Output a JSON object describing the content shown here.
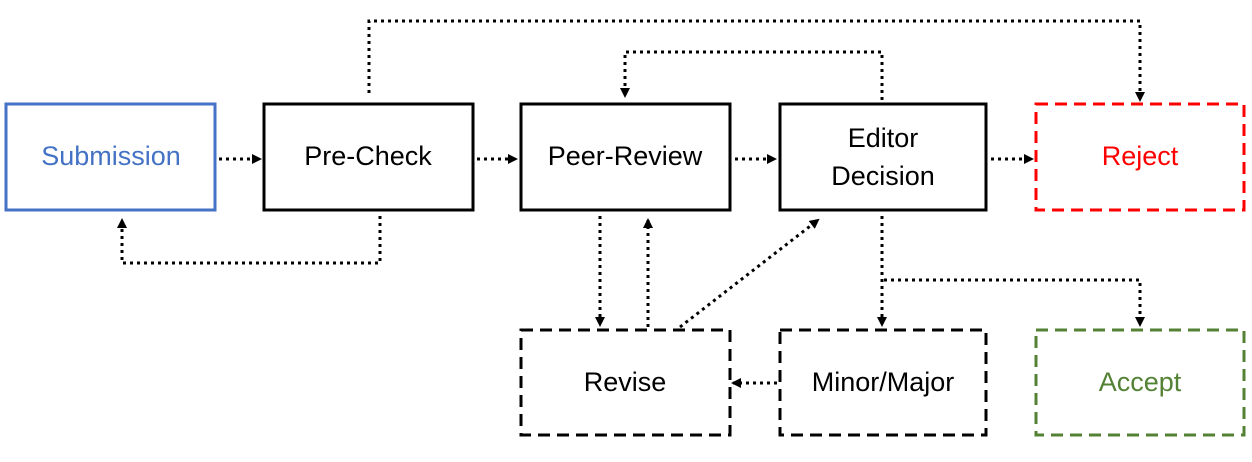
{
  "nodes": {
    "submission": {
      "label": "Submission",
      "color": "#4472C4"
    },
    "precheck": {
      "label": "Pre-Check",
      "color": "#000000"
    },
    "peerreview": {
      "label": "Peer-Review",
      "color": "#000000"
    },
    "editor": {
      "line1": "Editor",
      "line2": "Decision",
      "color": "#000000"
    },
    "reject": {
      "label": "Reject",
      "color": "#FF0000"
    },
    "revise": {
      "label": "Revise",
      "color": "#000000"
    },
    "minormajor": {
      "label": "Minor/Major",
      "color": "#000000"
    },
    "accept": {
      "label": "Accept",
      "color": "#548235"
    }
  },
  "edges": [
    {
      "from": "Submission",
      "to": "Pre-Check"
    },
    {
      "from": "Pre-Check",
      "to": "Peer-Review"
    },
    {
      "from": "Peer-Review",
      "to": "Editor Decision"
    },
    {
      "from": "Editor Decision",
      "to": "Reject"
    },
    {
      "from": "Pre-Check",
      "to": "Reject"
    },
    {
      "from": "Pre-Check",
      "to": "Submission"
    },
    {
      "from": "Editor Decision",
      "to": "Peer-Review"
    },
    {
      "from": "Peer-Review",
      "to": "Revise"
    },
    {
      "from": "Revise",
      "to": "Peer-Review"
    },
    {
      "from": "Revise",
      "to": "Editor Decision"
    },
    {
      "from": "Editor Decision",
      "to": "Minor/Major"
    },
    {
      "from": "Editor Decision",
      "to": "Accept"
    },
    {
      "from": "Minor/Major",
      "to": "Revise"
    }
  ]
}
